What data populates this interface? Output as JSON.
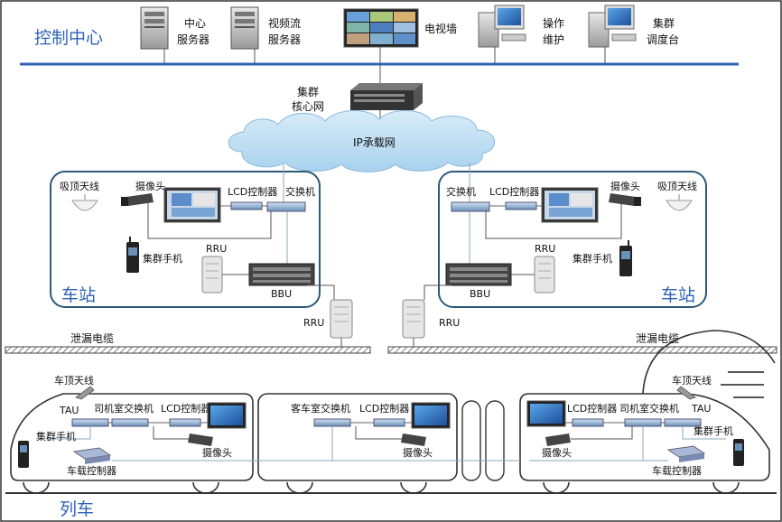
{
  "control_center": {
    "title": "控制中心",
    "center_server": [
      "中心",
      "服务器"
    ],
    "video_server": [
      "视频流",
      "服务器"
    ],
    "tv_wall": "电视墙",
    "operation": [
      "操作",
      "维护"
    ],
    "dispatch": [
      "集群",
      "调度台"
    ]
  },
  "core": {
    "label": [
      "集群",
      "核心网"
    ],
    "ip_network": "IP承载网"
  },
  "station_left": {
    "title": "车站",
    "ceiling_antenna": "吸顶天线",
    "camera": "摄像头",
    "lcd_controller": "LCD控制器",
    "switch": "交换机",
    "rru": "RRU",
    "handset": "集群手机",
    "bbu": "BBU"
  },
  "station_right": {
    "title": "车站",
    "switch": "交换机",
    "lcd_controller": "LCD控制器",
    "camera": "摄像头",
    "ceiling_antenna": "吸顶天线",
    "rru": "RRU",
    "handset": "集群手机",
    "bbu": "BBU"
  },
  "track": {
    "rru_left": "RRU",
    "rru_right": "RRU",
    "leaky_left": "泄漏电缆",
    "leaky_right": "泄漏电缆"
  },
  "train": {
    "title": "列车",
    "roof_antenna_left": "车顶天线",
    "roof_antenna_right": "车顶天线",
    "tau_left": "TAU",
    "tau_right": "TAU",
    "cab_switch_left": "司机室交换机",
    "cab_switch_right": "司机室交换机",
    "lcd_left": "LCD控制器",
    "lcd_mid": "LCD控制器",
    "lcd_right": "LCD控制器",
    "passenger_switch": "客车室交换机",
    "handset_left": "集群手机",
    "handset_right": "集群手机",
    "controller_left": "车载控制器",
    "controller_right": "车载控制器",
    "camera_left": "摄像头",
    "camera_mid": "摄像头",
    "camera_right": "摄像头"
  }
}
